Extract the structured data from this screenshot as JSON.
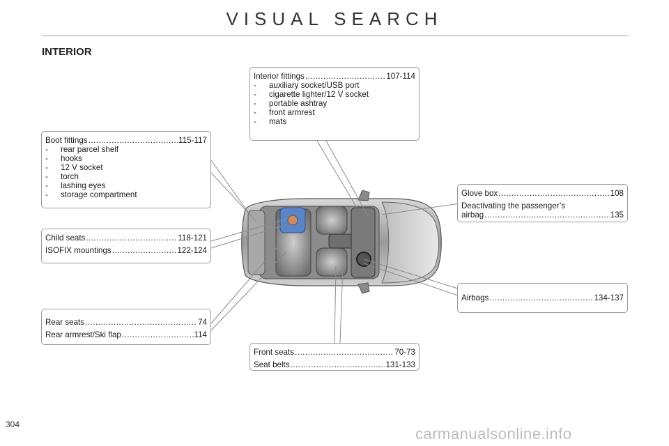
{
  "header": {
    "title": "VISUAL SEARCH",
    "section": "INTERIOR"
  },
  "boxes": {
    "interior_fittings": {
      "title": {
        "label": "Interior fittings",
        "pages": "107-114"
      },
      "items": [
        "auxiliary socket/USB port",
        "cigarette lighter/12 V socket",
        "portable ashtray",
        "front armrest",
        "mats"
      ]
    },
    "boot_fittings": {
      "title": {
        "label": "Boot fittings",
        "pages": "115-117"
      },
      "items": [
        "rear parcel shelf",
        "hooks",
        "12 V socket",
        "torch",
        "lashing eyes",
        "storage compartment"
      ]
    },
    "glove_box": {
      "entries": [
        {
          "label": "Glove box",
          "pages": "108"
        },
        {
          "label_line1": "Deactivating the passenger’s",
          "label_line2": "airbag",
          "pages": "135"
        }
      ]
    },
    "child_seats": {
      "entries": [
        {
          "label": "Child seats",
          "pages": "118-121"
        },
        {
          "label": "ISOFIX mountings",
          "pages": "122-124"
        }
      ]
    },
    "airbags": {
      "entries": [
        {
          "label": "Airbags",
          "pages": "134-137"
        }
      ]
    },
    "rear_seats": {
      "entries": [
        {
          "label": "Rear seats",
          "pages": "74"
        },
        {
          "label": "Rear armrest/Ski flap",
          "pages": "114"
        }
      ]
    },
    "front_seats": {
      "entries": [
        {
          "label": "Front seats",
          "pages": "70-73"
        },
        {
          "label": "Seat belts",
          "pages": "131-133"
        }
      ]
    }
  },
  "footer": {
    "page_number": "304",
    "watermark": "carmanualsonline.info"
  },
  "colors": {
    "box_border": "#9a9a9a",
    "rule": "#999999",
    "child_seat": "#5a86c8",
    "watermark": "#bdbdbd"
  }
}
